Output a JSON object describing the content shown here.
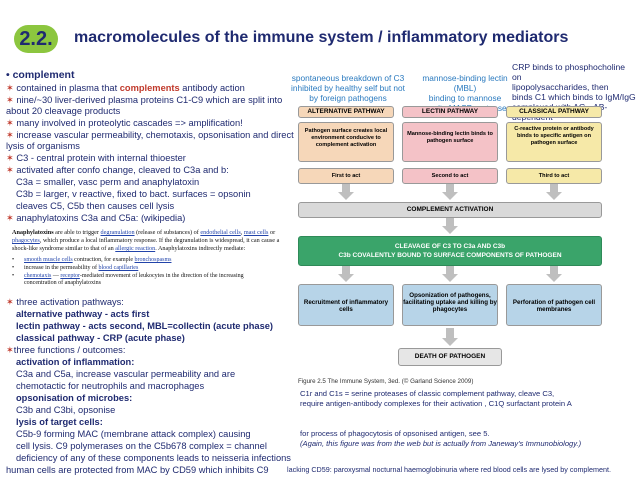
{
  "header": {
    "badge": "2.2.",
    "title": "macromolecules of the immune system / inflammatory mediators"
  },
  "crp_note": [
    "CRP binds to phosphocholine on",
    "lipopolysaccharides, then",
    "binds C1 which binds to IgM/IgG",
    "complexed with AG =AB-dependent"
  ],
  "pathway_notes": {
    "alternative": [
      "spontaneous breakdown of C3",
      "inhibited by healthy self but not",
      "by foreign pathogens"
    ],
    "lectin": [
      "mannose-binding lectin (MBL)",
      "binding to mannose",
      "recruits MASP proteases"
    ]
  },
  "left": {
    "complement_heading": "• complement",
    "lines": [
      {
        "star": "✶",
        "pre": " contained in plasma that ",
        "em": "complements",
        "post": " antibody action"
      },
      {
        "star": "✶",
        "pre": " nine/~30 liver-derived plasma proteins C1-C9 which are split into",
        "em": "",
        "post": ""
      },
      {
        "star": "",
        "pre": "about 20 cleavage products",
        "em": "",
        "post": ""
      },
      {
        "star": "✶",
        "pre": " many involved in proteolytic cascades => amplification!",
        "em": "",
        "post": ""
      },
      {
        "star": "✶",
        "pre": " increase vascular permeability, chemotaxis, opsonisation and direct",
        "em": "",
        "post": ""
      },
      {
        "star": "",
        "pre": "lysis of organisms",
        "em": "",
        "post": ""
      },
      {
        "star": "✶",
        "pre": " C3 - central protein with internal thioester",
        "em": "",
        "post": ""
      },
      {
        "star": "✶",
        "pre": " activated after confo change, cleaved to C3a and b:",
        "em": "",
        "post": ""
      }
    ],
    "c3_lines": [
      "C3a = smaller, vasc perm and anaphylatoxin",
      "C3b = larger, v reactive, fixed to bact. surfaces = opsonin",
      "cleaves C5, C5b then causes cell lysis"
    ],
    "anaph_line": " anaphylatoxins C3a and C5a: (wikipedia)",
    "three_paths_line": " three activation pathways:",
    "paths": [
      "alternative pathway - acts first",
      "lectin pathway - acts second, MBL=collectin (acute phase)",
      "classical pathway - CRP (acute phase)"
    ],
    "functions_line": "three functions / outcomes:",
    "func_blocks": [
      {
        "head": "activation of inflammation:",
        "lines": [
          "C3a and C5a, increase vascular permeability and are",
          "chemotactic for neutrophils and macrophages"
        ]
      },
      {
        "head": "opsonisation of microbes:",
        "lines": [
          "C3b and C3bi, opsonise"
        ]
      },
      {
        "head": "lysis of target cells:",
        "lines": [
          "C5b-9 forming MAC (membrane attack complex) causing",
          "cell lysis. C9 polymerases on the C5b678 complex = channel",
          "deficiency of any of these components leads to neisseria infections"
        ]
      }
    ],
    "cd59_line": "human cells are protected from MAC by CD59 which inhibits C9",
    "cd59_note": "lacking CD59: paroxysmal nocturnal haemoglobinuria where red blood cells are lysed by complement."
  },
  "wiki": {
    "intro_a": "Anaphylatoxins",
    "intro_b": " are able to trigger ",
    "l1": "degranulation",
    "intro_c": " (release of substances) of ",
    "l2": "endothelial cells",
    "intro_d": ", ",
    "l3": "mast cells",
    "intro_e": " or",
    "line2a": "phagocytes",
    "line2b": ", which produce a local inflammatory response. If the degranulation is widespread, it can cause a",
    "line3a": "shock-like syndrome similar to that of an ",
    "line3l": "allergic reaction",
    "line3b": ". Anaphylatoxins indirectly mediate:",
    "bullets": [
      {
        "link": "smooth muscle cells",
        "text": " contraction, for example ",
        "link2": "bronchospasms",
        "text2": ""
      },
      {
        "link": "",
        "text": "increase in the permeability of ",
        "link2": "blood capillaries",
        "text2": ""
      },
      {
        "link": "chemotaxis",
        "text": " — ",
        "link2": "receptor",
        "text2": "-mediated movement of leukocytes in the direction of the increasing"
      },
      {
        "link": "",
        "text": "concentration of anaphylatoxins",
        "link2": "",
        "text2": ""
      }
    ]
  },
  "diagram": {
    "alt": "ALTERNATIVE PATHWAY",
    "lec": "LECTIN PATHWAY",
    "cla": "CLASSICAL PATHWAY",
    "alt_desc": "Pathogen surface creates local environment conducive to complement activation",
    "lec_desc": "Mannose-binding lectin binds to pathogen surface",
    "cla_desc": "C-reactive protein or antibody binds to specific antigen on pathogen surface",
    "first": "First to act",
    "second": "Second to act",
    "third": "Third to act",
    "activation": "COMPLEMENT ACTIVATION",
    "cleavage1": "CLEAVAGE OF C3 TO C3a AND C3b",
    "cleavage2": "C3b COVALENTLY BOUND TO SURFACE COMPONENTS OF PATHOGEN",
    "out1": "Recruitment of inflammatory cells",
    "out2": "Opsonization of pathogens, facilitating uptake and killing by phagocytes",
    "out3": "Perforation of pathogen cell membranes",
    "death": "DEATH OF PATHOGEN",
    "caption": "Figure 2.5  The Immune System, 3ed. (© Garland Science 2009)",
    "colors": {
      "alt": "#f6d7b9",
      "lec": "#f4c2c7",
      "cla": "#f6e9a8",
      "activation": "#d9d9d9",
      "cleavage": "#3aa46a",
      "out": "#b7d4e8",
      "death": "#e6e6e6"
    }
  },
  "right_notes": {
    "c1": [
      "C1r and C1s = serine proteases of classic complement pathway, cleave C3,",
      "require antigen-antibody complexes for their activation , C1Q surfactant protein A"
    ],
    "fig": [
      "for process of  phagocytosis of opsonised antigen, see 5.",
      "(Again, this figure was from the web but is actually from Janeway's Immunobiology.)"
    ]
  }
}
